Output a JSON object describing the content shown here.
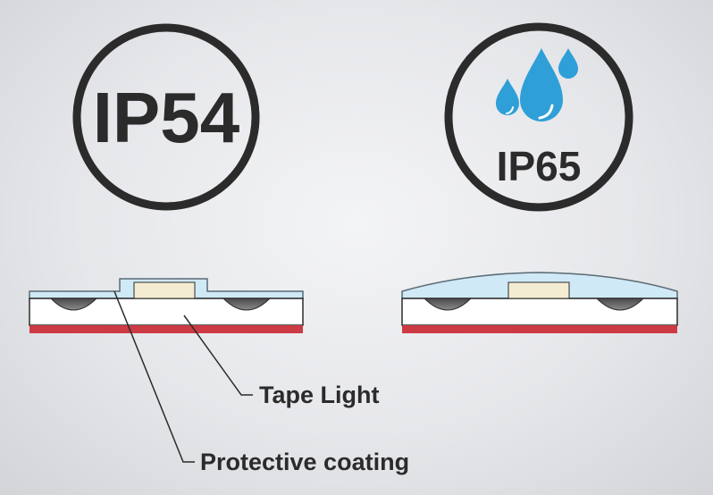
{
  "badges": {
    "left": {
      "text": "IP54"
    },
    "right": {
      "text": "IP65",
      "icon": "water-drops-icon"
    }
  },
  "labels": {
    "tape_light": "Tape Light",
    "protective_coating": "Protective coating"
  },
  "colors": {
    "outline": "#2b2b2b",
    "drop_blue": "#2f9fd8",
    "coating": "#cfe9f6",
    "coating_edge": "#8fbfd8",
    "chip": "#f4ecd2",
    "base_red": "#cc3a44",
    "led_dome": "#6b6b6b"
  }
}
